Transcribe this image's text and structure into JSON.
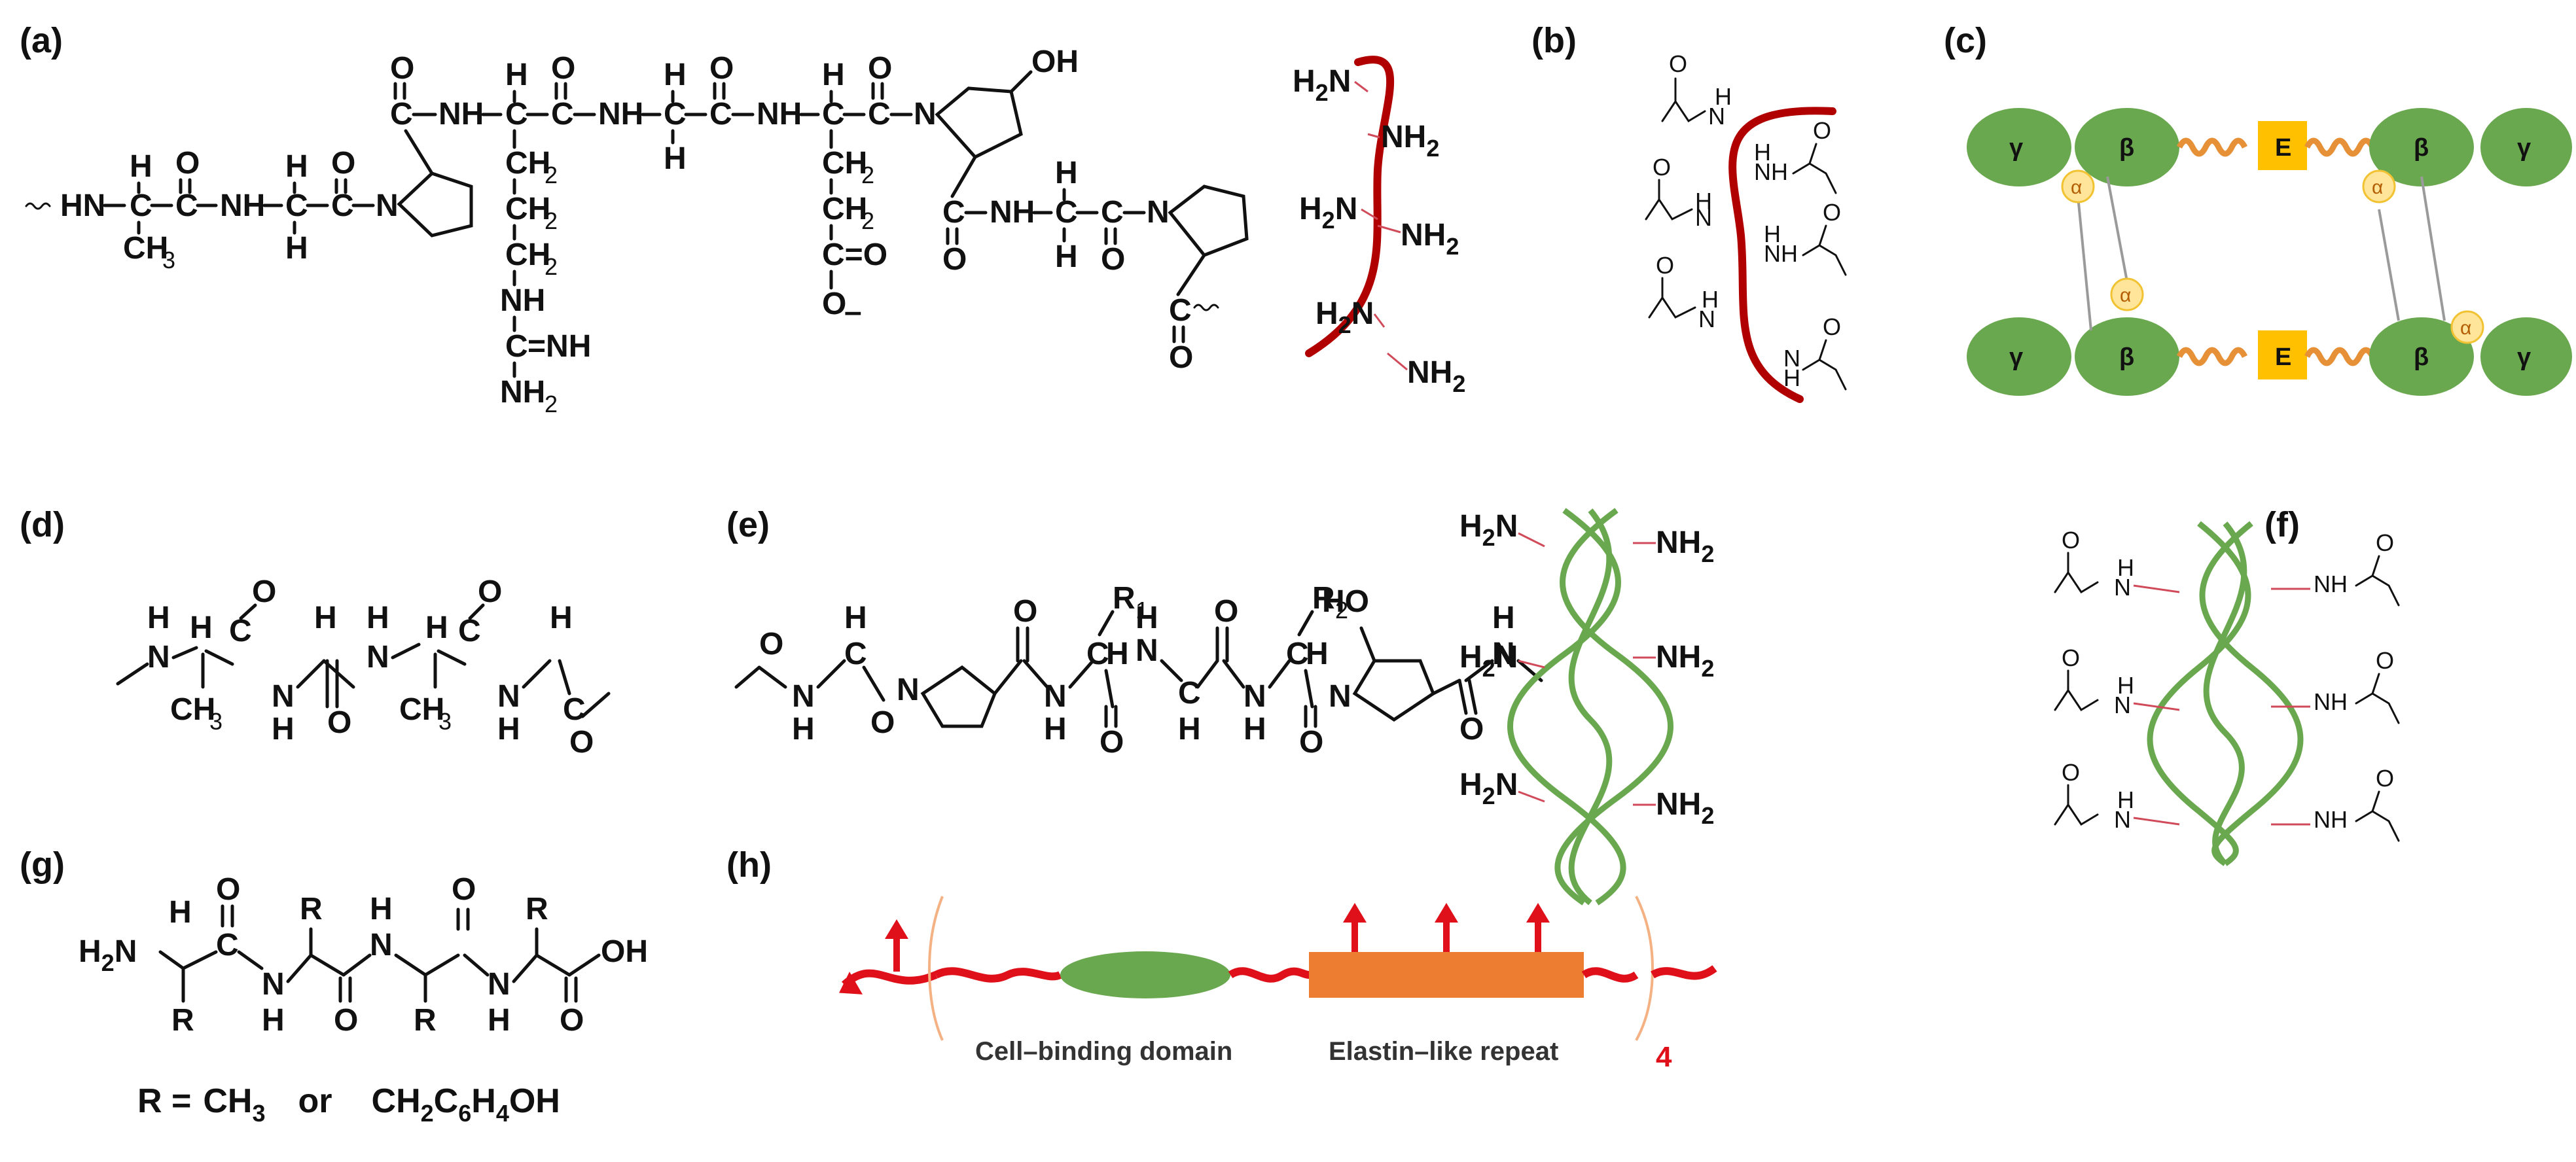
{
  "panels": {
    "a": {
      "label": "(a)",
      "backbone": [
        "HN",
        "NH",
        "N",
        "NH",
        "NH",
        "NH",
        "N",
        "NH",
        "N"
      ],
      "alpha_h": "H",
      "carbon": "C",
      "oxygen": "O",
      "ch3": "CH",
      "ch3_sub": "3",
      "ch2": "CH",
      "ch2_sub": "2",
      "oh": "OH",
      "guanidine_nh": "NH",
      "guanidine_c": "C",
      "guanidine_eq_nh": "=NH",
      "guanidine_nh2": "NH",
      "guanidine_nh2_sub": "2",
      "carboxylate": "C=O",
      "o_minus": "O",
      "minus": "–",
      "co_end": "C",
      "o_end": "O",
      "amine_h2n": [
        "H",
        "N"
      ],
      "amine_nh2": [
        "NH",
        "2"
      ]
    },
    "b": {
      "label": "(b)",
      "nh": "NH",
      "o": "O",
      "h": "H",
      "n": "N"
    },
    "c": {
      "label": "(c)",
      "gamma": "γ",
      "beta": "β",
      "alpha": "α",
      "elastin": "E",
      "colors": {
        "green": "#6aa84f",
        "orange": "#ffc000",
        "alpha_fill": "#ffe599",
        "spring": "#e69138"
      }
    },
    "d": {
      "label": "(d)"
    },
    "e": {
      "label": "(e)",
      "r1": "R",
      "r1_sub": "1",
      "r2": "R",
      "r2_sub": "2",
      "ho": "HO"
    },
    "f": {
      "label": "(f)"
    },
    "g": {
      "label": "(g)",
      "h2n": "H",
      "h2n_sub": "2",
      "h2n_n": "N",
      "oh": "OH",
      "r": "R",
      "footnote_r": "R =",
      "footnote_ch3": "CH",
      "footnote_ch3_sub": "3",
      "footnote_or": "or",
      "footnote_alt": [
        "CH",
        "2",
        "C",
        "6",
        "H",
        "4",
        "OH"
      ]
    },
    "h": {
      "label": "(h)",
      "cell_binding": "Cell–binding domain",
      "elastin_like": "Elastin–like repeat",
      "repeat_count": "4",
      "colors": {
        "red": "#e0101a",
        "green": "#6aa84f",
        "orange": "#ed7d31",
        "bracket": "#f4b183"
      }
    }
  }
}
